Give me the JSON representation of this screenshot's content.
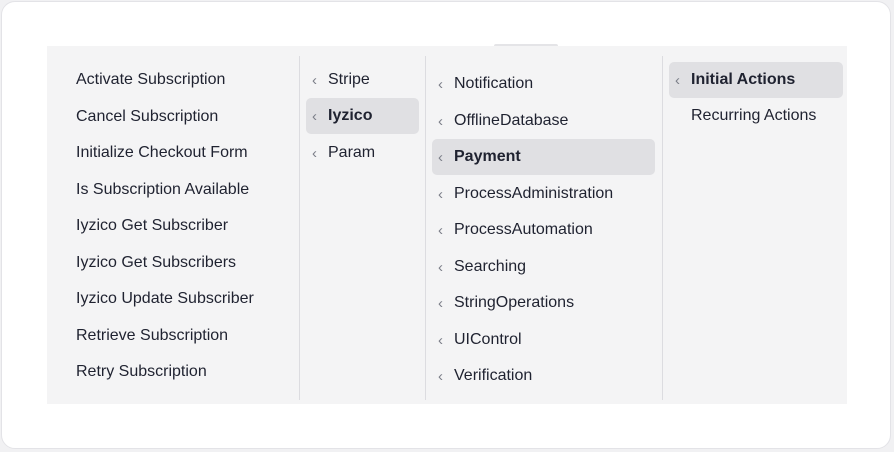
{
  "column1": {
    "items": [
      {
        "label": "Activate Subscription"
      },
      {
        "label": "Cancel Subscription"
      },
      {
        "label": "Initialize Checkout Form"
      },
      {
        "label": "Is Subscription Available"
      },
      {
        "label": "Iyzico Get Subscriber"
      },
      {
        "label": "Iyzico Get Subscribers"
      },
      {
        "label": "Iyzico Update Subscriber"
      },
      {
        "label": "Retrieve Subscription"
      },
      {
        "label": "Retry Subscription"
      }
    ]
  },
  "column2": {
    "selected": "Iyzico",
    "items": [
      {
        "label": "Stripe"
      },
      {
        "label": "Iyzico"
      },
      {
        "label": "Param"
      }
    ]
  },
  "column3": {
    "selected": "Payment",
    "items": [
      {
        "label": "Notification"
      },
      {
        "label": "OfflineDatabase"
      },
      {
        "label": "Payment"
      },
      {
        "label": "ProcessAdministration"
      },
      {
        "label": "ProcessAutomation"
      },
      {
        "label": "Searching"
      },
      {
        "label": "StringOperations"
      },
      {
        "label": "UIControl"
      },
      {
        "label": "Verification"
      }
    ]
  },
  "column4": {
    "selected": "Initial Actions",
    "items": [
      {
        "label": "Initial Actions"
      },
      {
        "label": "Recurring Actions"
      }
    ]
  },
  "icons": {
    "expand": "chevron-left-icon"
  },
  "colors": {
    "selected_bg": "#e0e0e3",
    "panel_bg": "#f4f4f5",
    "text": "#1f2230"
  }
}
